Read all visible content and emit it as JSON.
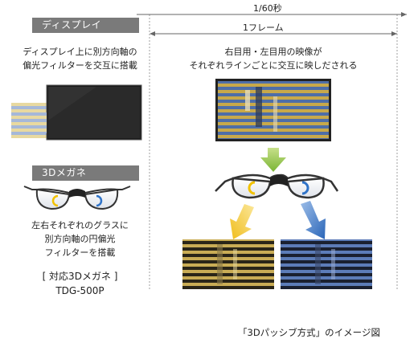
{
  "display_section": {
    "header": "ディスプレイ",
    "caption_lines": [
      "ディスプレイ上に別方向軸の",
      "偏光フィルターを交互に搭載"
    ]
  },
  "glasses_section": {
    "header": "3Dメガネ",
    "caption_lines": [
      "左右それぞれのグラスに",
      "別方向軸の円偏光",
      "フィルターを搭載"
    ],
    "compatible_label": "[ 対応3Dメガネ ]",
    "model": "TDG-500P"
  },
  "timing": {
    "period_label": "1/60秒",
    "frame_label": "1フレーム"
  },
  "diagram": {
    "description_lines": [
      "右目用・左目用の映像が",
      "それぞれラインごとに交互に映しだされる"
    ],
    "figure_caption": "「3Dパッシブ方式」のイメージ図"
  },
  "colors": {
    "header_gray": "#7a7a7a",
    "left_eye_yellow": "#f2c200",
    "right_eye_blue": "#2f73c8",
    "arrow_green": "#8cc63f",
    "stripe_yellow": "#e8d9a0",
    "stripe_blue": "#a6b8d8"
  }
}
